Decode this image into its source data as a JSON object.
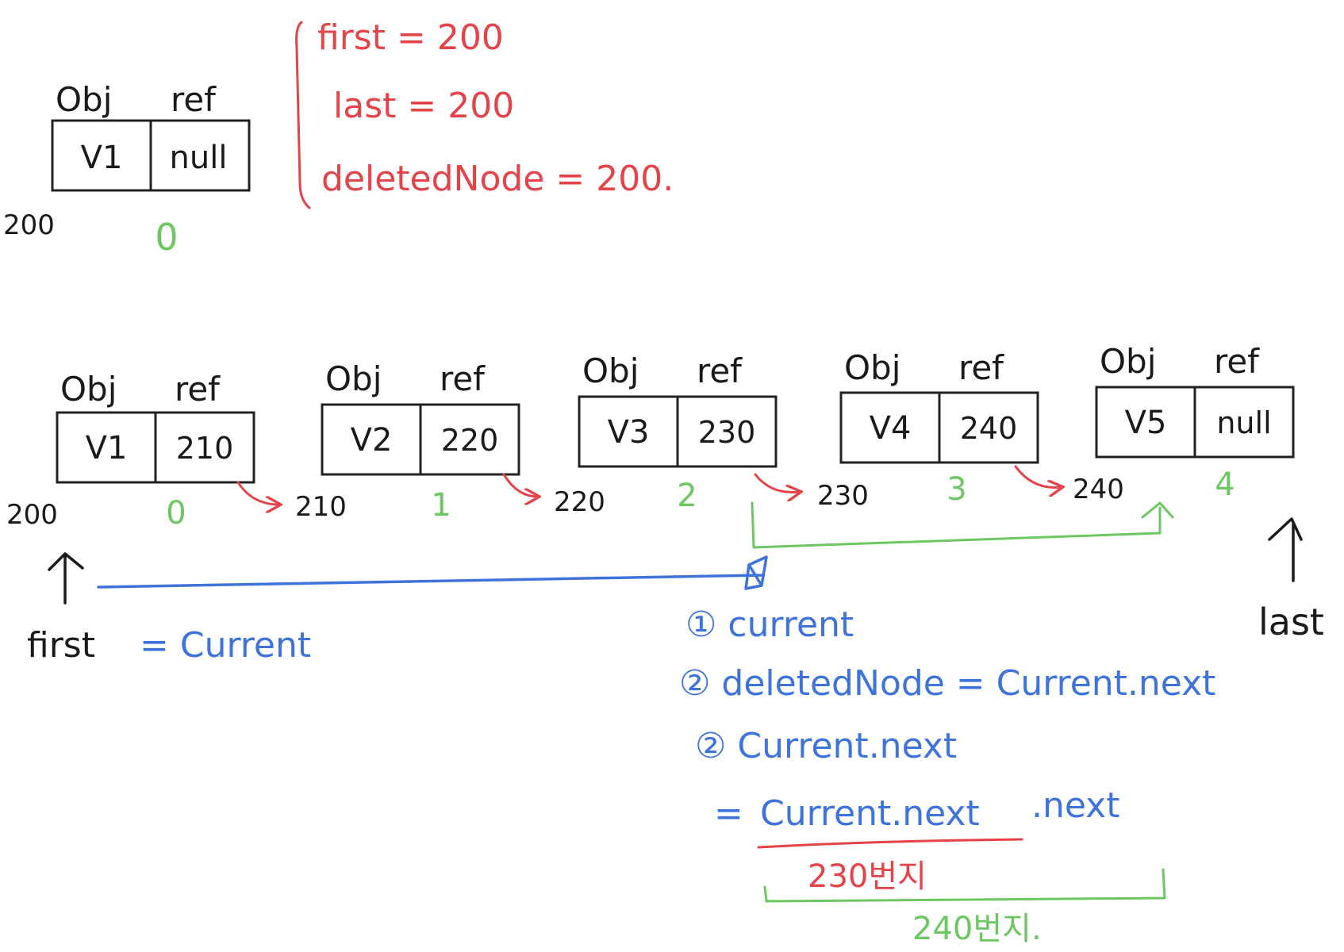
{
  "colors": {
    "ink": "#1a1a1a",
    "red": "#e4434a",
    "green": "#6cc763",
    "blue": "#3f73dc"
  },
  "top_node": {
    "header_obj": "Obj",
    "header_ref": "ref",
    "value": "V1",
    "ref": "null",
    "address": "200",
    "index": "0"
  },
  "state_notes": {
    "first": "first = 200",
    "last": "last = 200",
    "deleted": "deletedNode = 200."
  },
  "nodes": [
    {
      "obj": "Obj",
      "ref_label": "ref",
      "value": "V1",
      "ref": "210",
      "address": "200",
      "index": "0"
    },
    {
      "obj": "Obj",
      "ref_label": "ref",
      "value": "V2",
      "ref": "220",
      "address": "210",
      "index": "1"
    },
    {
      "obj": "Obj",
      "ref_label": "ref",
      "value": "V3",
      "ref": "230",
      "address": "220",
      "index": "2"
    },
    {
      "obj": "Obj",
      "ref_label": "ref",
      "value": "V4",
      "ref": "240",
      "address": "230",
      "index": "3"
    },
    {
      "obj": "Obj",
      "ref_label": "ref",
      "value": "V5",
      "ref": "null",
      "address": "240",
      "index": "4"
    }
  ],
  "pointers": {
    "first_label": "first",
    "first_eq": "= Current",
    "last_label": "last"
  },
  "steps": {
    "step1": "① current",
    "step2a": "② deletedNode = Current.next",
    "step2b": "② Current.next",
    "step2c_eq": "=",
    "step2c_expr": "Current.next",
    "step2c_tail": ".next"
  },
  "annotations": {
    "red_under": "230번지",
    "green_under": "240번지."
  }
}
